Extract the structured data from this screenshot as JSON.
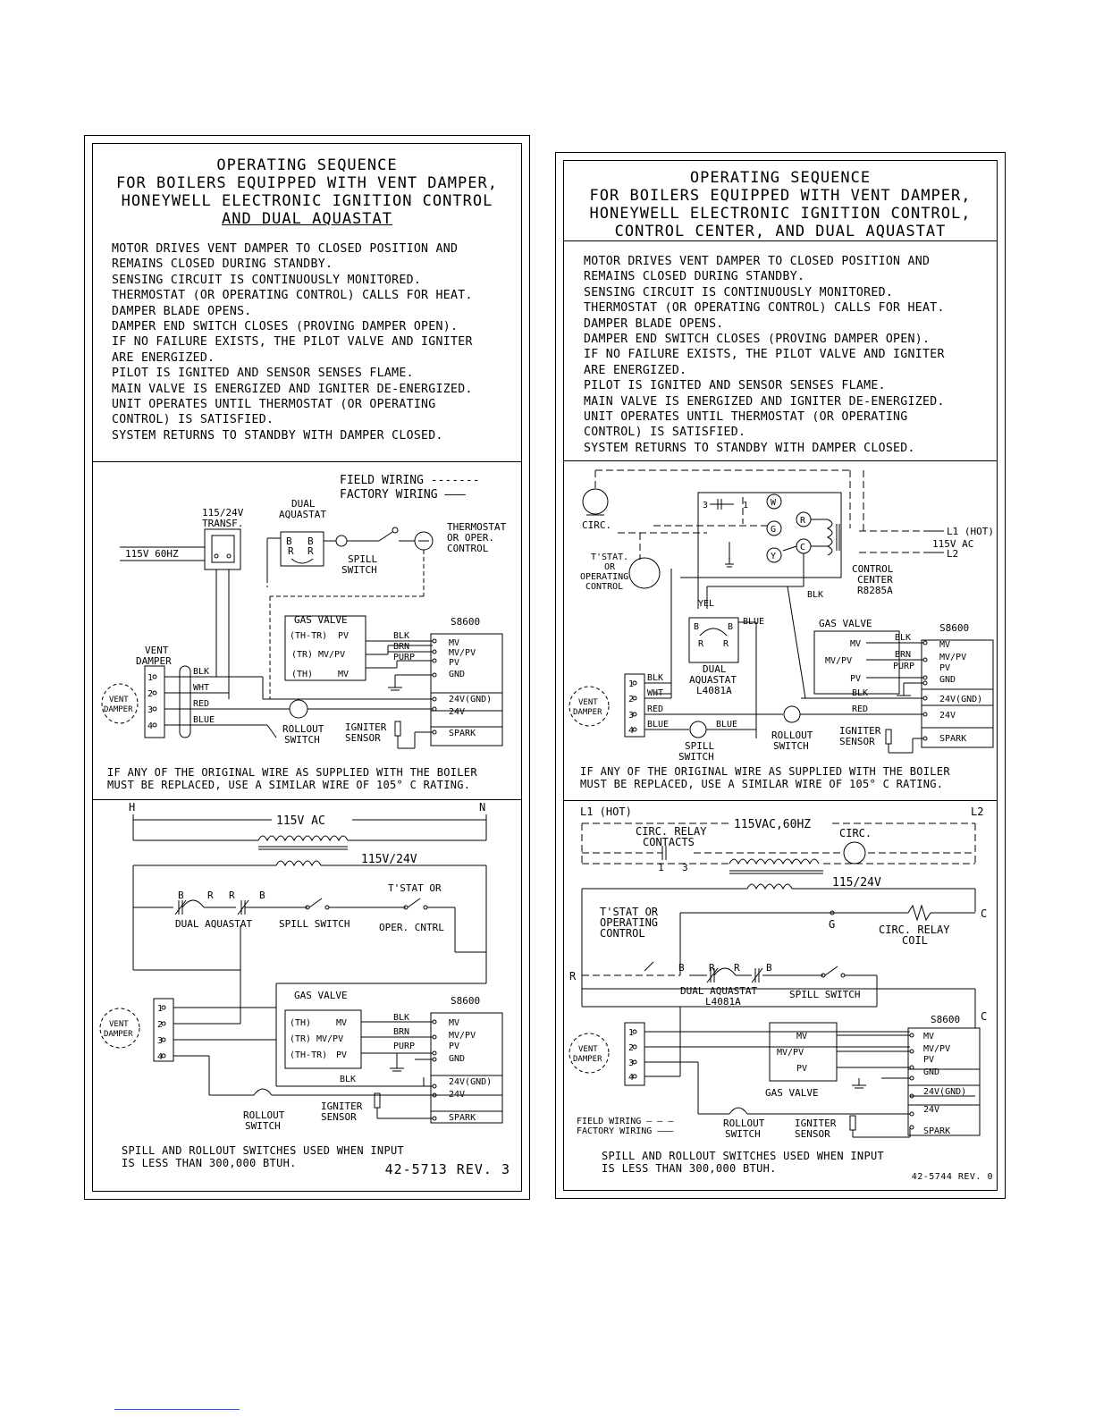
{
  "left": {
    "title": [
      "OPERATING SEQUENCE",
      "FOR BOILERS EQUIPPED WITH VENT DAMPER,",
      "HONEYWELL ELECTRONIC IGNITION CONTROL",
      "AND DUAL AQUASTAT"
    ],
    "steps": [
      "MOTOR DRIVES VENT DAMPER TO CLOSED POSITION AND",
      "REMAINS CLOSED DURING STANDBY.",
      "SENSING CIRCUIT IS CONTINUOUSLY MONITORED.",
      "THERMOSTAT (OR OPERATING CONTROL) CALLS FOR HEAT.",
      "DAMPER BLADE OPENS.",
      "DAMPER END SWITCH CLOSES (PROVING DAMPER OPEN).",
      "IF NO FAILURE EXISTS, THE PILOT VALVE AND IGNITER",
      "ARE ENERGIZED.",
      "PILOT IS IGNITED AND SENSOR SENSES FLAME.",
      "MAIN VALVE IS ENERGIZED AND IGNITER DE-ENERGIZED.",
      "UNIT OPERATES UNTIL THERMOSTAT (OR OPERATING",
      "CONTROL) IS SATISFIED.",
      "SYSTEM RETURNS TO STANDBY WITH DAMPER CLOSED."
    ],
    "legend_field": "FIELD WIRING -------",
    "legend_factory": "FACTORY WIRING ———",
    "labels": {
      "transf": "115/24V",
      "transf2": "TRANSF.",
      "volt": "115V 60HZ",
      "dual": "DUAL",
      "aquastat": "AQUASTAT",
      "spill": "SPILL",
      "switch": "SWITCH",
      "tstat1": "THERMOSTAT",
      "tstat2": "OR OPER.",
      "tstat3": "CONTROL",
      "gasvalve": "GAS VALVE",
      "s8600": "S8600",
      "thtr": "(TH-TR)",
      "tr": "(TR)",
      "th": "(TH)",
      "pv": "PV",
      "mvpv": "MV/PV",
      "mv": "MV",
      "blk": "BLK",
      "brn": "BRN",
      "purp": "PURP",
      "wht": "WHT",
      "red": "RED",
      "blue": "BLUE",
      "vent": "VENT",
      "damper": "DAMPER",
      "gnd": "GND",
      "v24gnd": "24V(GND)",
      "v24": "24V",
      "spark": "SPARK",
      "rollout": "ROLLOUT",
      "igniter": "IGNITER",
      "sensor": "SENSOR",
      "b": "B",
      "r": "R",
      "n1": "1",
      "n2": "2",
      "n3": "3",
      "n4": "4"
    },
    "replace_note": [
      "IF ANY OF THE ORIGINAL WIRE AS SUPPLIED WITH THE BOILER",
      "MUST BE REPLACED, USE A SIMILAR WIRE OF 105° C RATING."
    ],
    "ladder": {
      "h": "H",
      "n": "N",
      "ac": "115V AC",
      "xfmr": "115V/24V",
      "dual_aquastat": "DUAL AQUASTAT",
      "spill_switch": "SPILL SWITCH",
      "tstat_or": "T'STAT OR",
      "oper_cntrl": "OPER. CNTRL",
      "blk": "BLK"
    },
    "footer": [
      "SPILL AND ROLLOUT SWITCHES USED WHEN INPUT",
      "IS LESS THAN 300,000 BTUH."
    ],
    "rev": "42-5713 REV. 3"
  },
  "right": {
    "title": [
      "OPERATING SEQUENCE",
      "FOR BOILERS EQUIPPED WITH VENT DAMPER,",
      "HONEYWELL ELECTRONIC IGNITION CONTROL,",
      "CONTROL CENTER, AND DUAL AQUASTAT"
    ],
    "steps": [
      "MOTOR DRIVES VENT DAMPER TO CLOSED POSITION AND",
      "REMAINS CLOSED DURING STANDBY.",
      "SENSING CIRCUIT IS CONTINUOUSLY MONITORED.",
      "THERMOSTAT (OR OPERATING CONTROL) CALLS FOR HEAT.",
      "DAMPER BLADE OPENS.",
      "DAMPER END SWITCH CLOSES (PROVING DAMPER OPEN).",
      "IF NO FAILURE EXISTS, THE PILOT VALVE AND IGNITER",
      "ARE ENERGIZED.",
      "PILOT IS IGNITED AND SENSOR SENSES FLAME.",
      "MAIN VALVE IS ENERGIZED AND IGNITER DE-ENERGIZED.",
      "UNIT OPERATES UNTIL THERMOSTAT (OR OPERATING",
      "CONTROL) IS SATISFIED.",
      "SYSTEM RETURNS TO STANDBY WITH DAMPER CLOSED."
    ],
    "labels": {
      "circ": "CIRC.",
      "tstat1": "T'STAT.",
      "tstat2": "OR",
      "tstat3": "OPERATING",
      "tstat4": "CONTROL",
      "l1hot": "L1 (HOT)",
      "ac": "115V AC",
      "l2": "L2",
      "cc1": "CONTROL",
      "cc2": "CENTER",
      "cc3": "R8285A",
      "w": "W",
      "g": "G",
      "y": "Y",
      "r": "R",
      "c": "C",
      "yel": "YEL",
      "blk": "BLK",
      "blue": "BLUE",
      "wht": "WHT",
      "red": "RED",
      "b": "B",
      "dual": "DUAL",
      "aquastat": "AQUASTAT",
      "l4081a": "L4081A",
      "gasvalve": "GAS VALVE",
      "s8600": "S8600",
      "mv": "MV",
      "mvpv": "MV/PV",
      "pv": "PV",
      "gnd": "GND",
      "v24gnd": "24V(GND)",
      "v24": "24V",
      "spark": "SPARK",
      "brn": "BRN",
      "purp": "PURP",
      "vent": "VENT",
      "damper": "DAMPER",
      "spill": "SPILL",
      "switch": "SWITCH",
      "rollout": "ROLLOUT",
      "igniter": "IGNITER",
      "sensor": "SENSOR",
      "n1": "1",
      "n2": "2",
      "n3": "3",
      "n4": "4"
    },
    "replace_note": [
      "IF ANY OF THE ORIGINAL WIRE AS SUPPLIED WITH THE BOILER",
      "MUST BE REPLACED, USE A SIMILAR WIRE OF 105° C RATING."
    ],
    "ladder": {
      "l1hot": "L1 (HOT)",
      "l2": "L2",
      "ac": "115VAC,60HZ",
      "relay1": "CIRC. RELAY",
      "relay2": "CONTACTS",
      "circ": "CIRC.",
      "c1": "1",
      "c3": "3",
      "xfmr": "115/24V",
      "tstat1": "T'STAT OR",
      "tstat2": "OPERATING",
      "tstat3": "CONTROL",
      "g": "G",
      "coil1": "CIRC. RELAY",
      "coil2": "COIL",
      "c": "C",
      "r": "R",
      "b": "B",
      "dual_aquastat": "DUAL AQUASTAT",
      "l4081a": "L4081A",
      "spill_switch": "SPILL SWITCH",
      "field": "FIELD WIRING — — —",
      "factory": "FACTORY WIRING ———"
    },
    "footer": [
      "SPILL AND ROLLOUT SWITCHES USED WHEN INPUT",
      "IS LESS THAN 300,000 BTUH."
    ],
    "rev": "42-5744 REV. 0"
  }
}
